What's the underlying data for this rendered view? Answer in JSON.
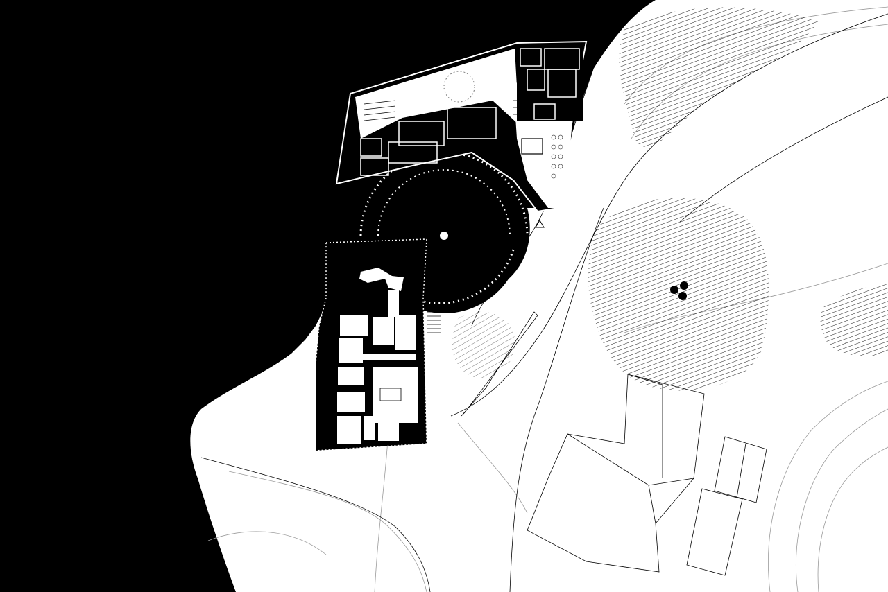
{
  "drawing": {
    "type": "architectural site plan",
    "background_color": "#000000",
    "paper_color": "#ffffff",
    "line_color": "#000000",
    "contour_color": "#9a9a9a",
    "elements": [
      {
        "name": "surrounding-terrain",
        "description_word": "white ground"
      },
      {
        "name": "main-building-upper",
        "rooms": 10
      },
      {
        "name": "historic-building-lower",
        "rooms": 12
      },
      {
        "name": "circular-courtyard",
        "boundary": "dotted"
      },
      {
        "name": "access-road",
        "shape": "curved"
      },
      {
        "name": "tree-canopy-hatched",
        "count": 4
      },
      {
        "name": "neighbour-houses",
        "count": 3
      },
      {
        "name": "north-marker",
        "shape": "triangle"
      }
    ],
    "labels": []
  }
}
